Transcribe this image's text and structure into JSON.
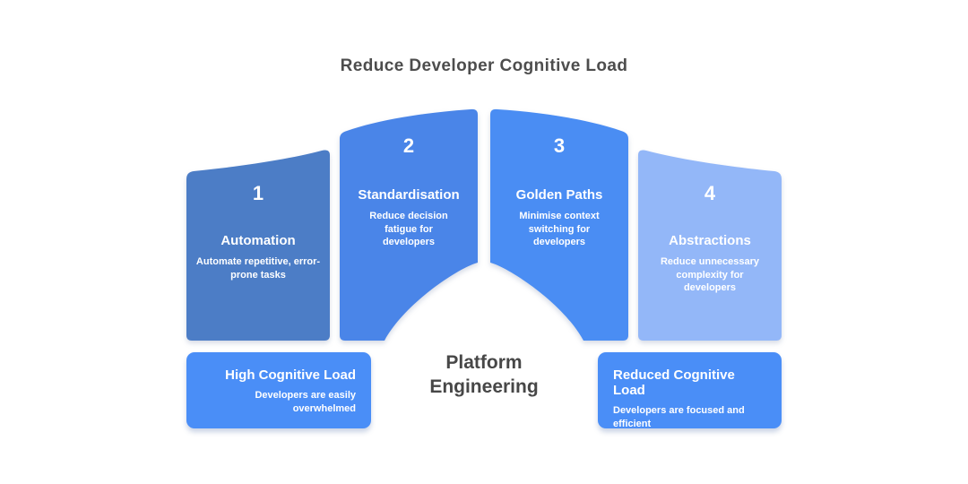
{
  "page": {
    "background": "#ffffff"
  },
  "title": {
    "text": "Reduce Developer Cognitive Load",
    "color": "#4d4d4d"
  },
  "segments": [
    {
      "number": "1",
      "title": "Automation",
      "subtitle": "Automate repetitive, error-prone tasks",
      "color": "#4c7dc6"
    },
    {
      "number": "2",
      "title": "Standardisation",
      "subtitle": "Reduce decision fatigue for developers",
      "color": "#4a85e8"
    },
    {
      "number": "3",
      "title": "Golden Paths",
      "subtitle": "Minimise context switching for developers",
      "color": "#4a8df3"
    },
    {
      "number": "4",
      "title": "Abstractions",
      "subtitle": "Reduce unnecessary complexity for developers",
      "color": "#93b7f8"
    }
  ],
  "center_label": {
    "line1": "Platform",
    "line2": "Engineering",
    "color": "#474747"
  },
  "callouts": {
    "left": {
      "title": "High Cognitive Load",
      "subtitle": "Developers are easily overwhelmed",
      "color": "#4a8ef7"
    },
    "right": {
      "title": "Reduced Cognitive Load",
      "subtitle": "Developers are focused and efficient",
      "color": "#4a8ef7"
    }
  }
}
